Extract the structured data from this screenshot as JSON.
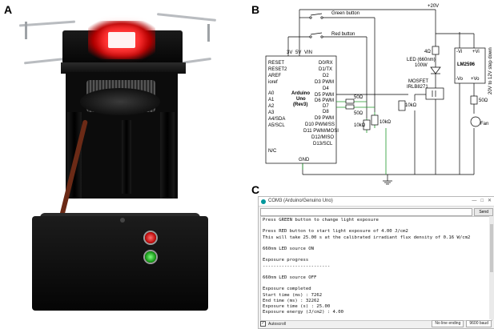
{
  "panel_labels": {
    "a": "A",
    "b": "B",
    "c": "C"
  },
  "schematic": {
    "supply": "+20V",
    "buttons": {
      "green": "Green button",
      "red": "Red button"
    },
    "arduino": {
      "title_line1": "Arduino",
      "title_line2": "Uno",
      "title_line3": "(Rev3)",
      "power_pins": [
        "3V",
        "5V",
        "VIN"
      ],
      "left_pins": [
        "RESET",
        "RESET2",
        "AREF",
        "ioref",
        "A0",
        "A1",
        "A2",
        "A3",
        "A4/SDA",
        "A5/SCL",
        "N/C"
      ],
      "right_pins": [
        "D0/RX",
        "D1/TX",
        "D2",
        "D3 PWM",
        "D4",
        "D5 PWM",
        "D6 PWM",
        "D7",
        "D8",
        "D9 PWM",
        "D10 PWM/SS",
        "D11 PWM/MOSI",
        "D12/MISO",
        "D13/SCL"
      ],
      "gnd": "GND"
    },
    "resistors": {
      "r4": "4Ω",
      "r50a": "50Ω",
      "r50b": "50Ω",
      "r10a": "10kΩ",
      "r10b": "10kΩ",
      "r10c": "10kΩ",
      "r50c": "50Ω"
    },
    "led": {
      "line1": "LED (660nm)",
      "line2": "100W"
    },
    "mosfet": {
      "line1": "MOSFET",
      "line2": "IRLB8271"
    },
    "regulator": {
      "name": "LM2596",
      "pins": [
        "-Vi",
        "+Vi",
        "-Vo",
        "+Vo"
      ],
      "label": "20V to 12V step down"
    },
    "fan": "Fan"
  },
  "serial_monitor": {
    "title": "COM3 (Arduino/Genuino Uno)",
    "window_controls": [
      "—",
      "□",
      "✕"
    ],
    "input_value": "",
    "send_label": "Send",
    "output_lines": [
      "Press GREEN button to change light exposure",
      "",
      "Press RED button to start light exposure of 4.00 J/cm2",
      "This will take 25.00 s at the calibrated irradiant flux density of 0.16 W/cm2",
      "",
      "660nm LED source ON",
      "",
      "Exposure progress",
      "-------------------------",
      "",
      "660nm LED source OFF",
      "",
      "Exposure completed",
      "Start time (ms) : 7262",
      "End time (ms) : 32262",
      "Exposure time (s) : 25.00",
      "Exposure energy (J/cm2) : 4.00"
    ],
    "autoscroll_label": "Autoscroll",
    "autoscroll_checked": "✓",
    "line_ending": "No line ending",
    "baud": "9600 baud"
  }
}
